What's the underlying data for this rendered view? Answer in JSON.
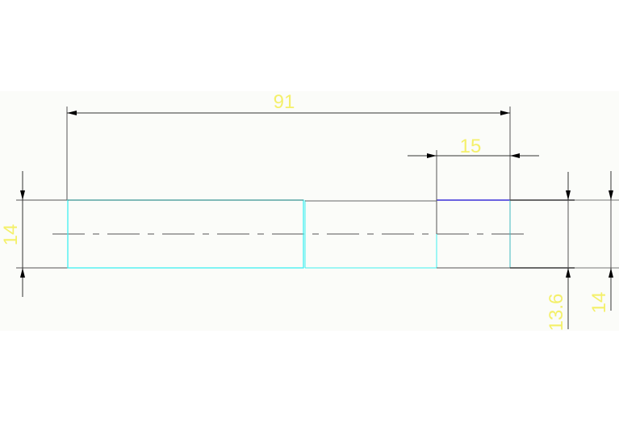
{
  "drawing": {
    "dimensions": {
      "overall_length": "91",
      "groove_width": "15",
      "left_diameter": "14",
      "groove_diameter": "13.6",
      "right_diameter": "14"
    },
    "colors": {
      "background": "#fbfcf9",
      "dimension_text": "#f4f06a",
      "outline_cyan": "#3ff0f0",
      "outline_blue": "#3a2fd8",
      "line_gray": "#555555"
    }
  }
}
